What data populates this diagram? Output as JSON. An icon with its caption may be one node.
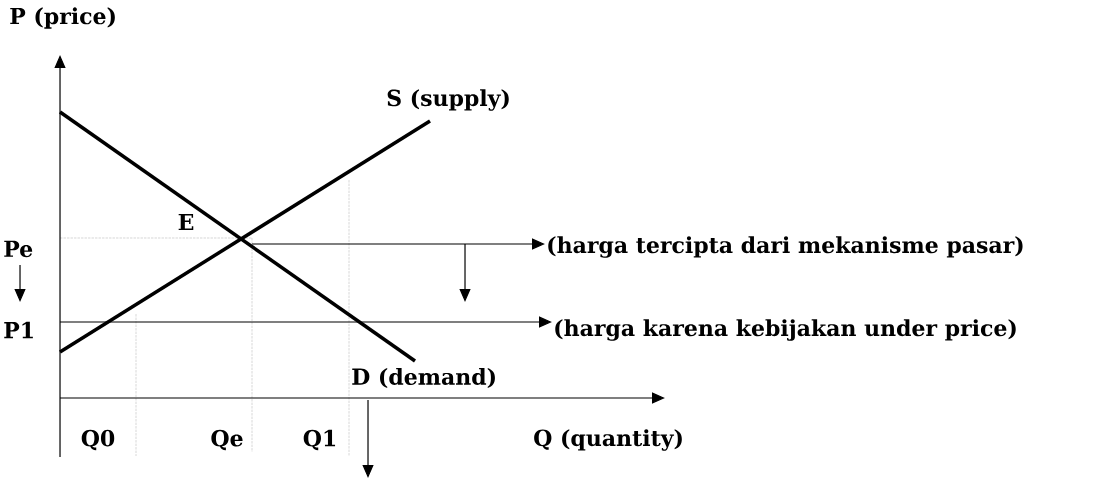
{
  "diagram": {
    "nodes": [
      {
        "text": [
          "(harga tercipta dari mekanisme pasar)"
        ]
      },
      {
        "text": [
          "(harga karena kebijakan under price)"
        ]
      }
    ],
    "edges": [
      {
        "from": null,
        "to": 0,
        "arrow": "to"
      },
      {
        "from": null,
        "to": 1,
        "arrow": "to"
      }
    ],
    "labels": [
      "P (price)",
      "S (supply)",
      "E",
      "Pe",
      "P1",
      "D (demand)",
      "Q0",
      "Qe",
      "Q1",
      "Q (quantity)"
    ]
  }
}
